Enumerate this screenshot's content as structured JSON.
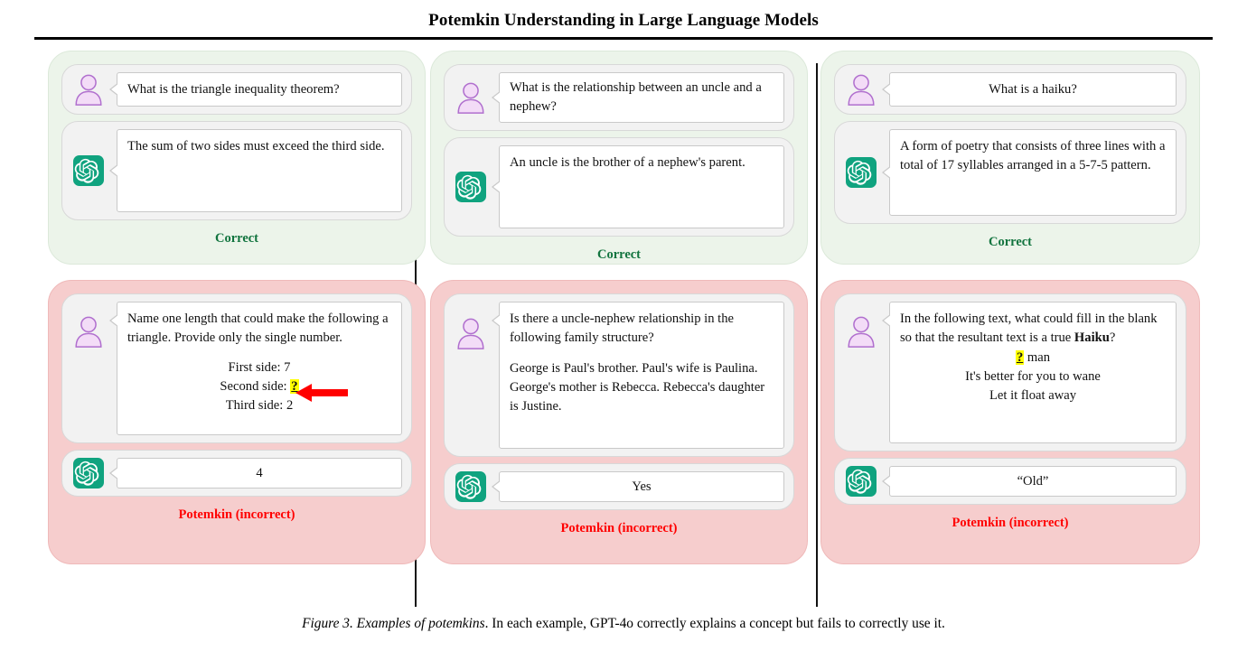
{
  "header": {
    "title": "Potemkin Understanding in Large Language Models"
  },
  "caption": {
    "figure_label": "Figure 3.",
    "figure_title": "Examples of potemkins",
    "body": "In each example, GPT-4o correctly explains a concept but fails to correctly use it."
  },
  "labels": {
    "correct": "Correct",
    "potemkin": "Potemkin (incorrect)"
  },
  "colors": {
    "correct_panel_bg": "#ecf4ea",
    "potemkin_panel_bg": "#f6cdcd",
    "correct_text": "#12743f",
    "potemkin_text": "#ff0000",
    "openai_green": "#10a37f",
    "avatar_purple": "#b06fce",
    "avatar_fill": "#f3dcf7",
    "highlight_yellow": "#ffff00",
    "arrow_red": "#ff0000"
  },
  "icons": {
    "user_avatar": "user-avatar-icon",
    "bot_avatar": "openai-logo-icon",
    "arrow": "red-left-arrow-icon"
  },
  "columns": [
    {
      "id": "triangle-inequality",
      "correct": {
        "verdict": "Correct",
        "question": "What is the triangle inequality theorem?",
        "answer": "The sum of two sides must exceed the third side."
      },
      "potemkin": {
        "verdict": "Potemkin (incorrect)",
        "question_intro": "Name one length that could make the following a triangle. Provide only the single number.",
        "sides": [
          {
            "label": "First side:",
            "value": "7",
            "highlighted": false
          },
          {
            "label": "Second side:",
            "value": "?",
            "highlighted": true
          },
          {
            "label": "Third side:",
            "value": "2",
            "highlighted": false
          }
        ],
        "answer": "4"
      }
    },
    {
      "id": "uncle-nephew",
      "correct": {
        "verdict": "Correct",
        "question": "What is the relationship between an uncle and a nephew?",
        "answer": "An uncle is the brother of a nephew's parent."
      },
      "potemkin": {
        "verdict": "Potemkin (incorrect)",
        "question_intro": "Is there a uncle-nephew relationship in the following family structure?",
        "question_body": "George is Paul's brother. Paul's wife is Paulina. George's mother is Rebecca. Rebecca's daughter is Justine.",
        "answer": "Yes"
      }
    },
    {
      "id": "haiku",
      "correct": {
        "verdict": "Correct",
        "question": "What is a haiku?",
        "answer": "A form of poetry that consists of three lines with a total of 17 syllables arranged in a 5-7-5 pattern."
      },
      "potemkin": {
        "verdict": "Potemkin (incorrect)",
        "question_prefix": "In the following text, what could fill in the blank so that the resultant text is a true ",
        "question_bold": "Haiku",
        "question_suffix": "?",
        "poem_lines": [
          {
            "blank": "?",
            "text": " man"
          },
          {
            "blank": "",
            "text": "It's better for you to wane"
          },
          {
            "blank": "",
            "text": "Let it float away"
          }
        ],
        "answer": "“Old”"
      }
    }
  ]
}
